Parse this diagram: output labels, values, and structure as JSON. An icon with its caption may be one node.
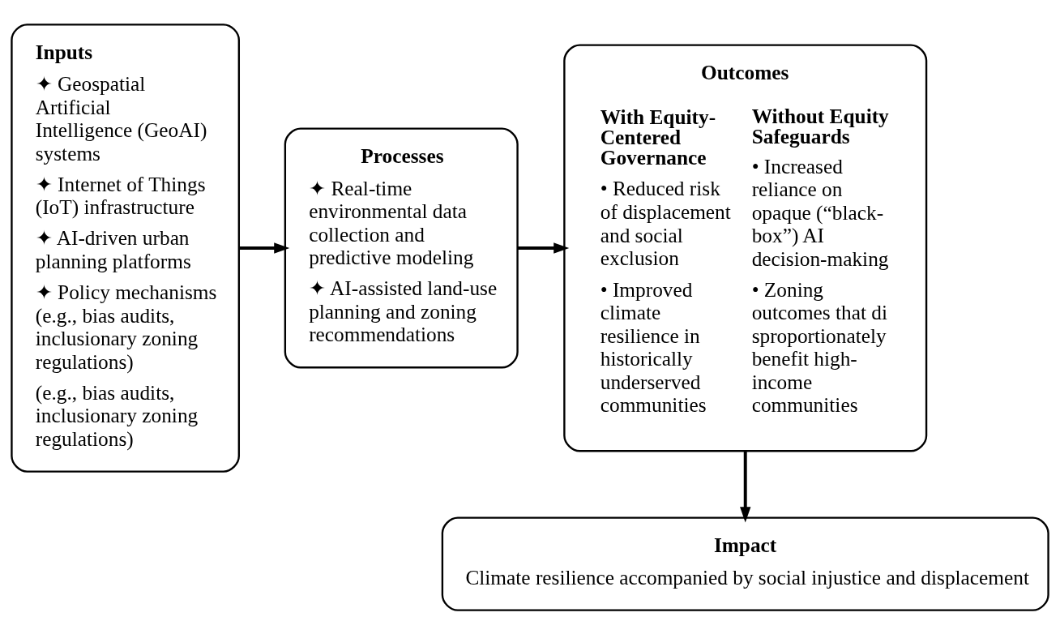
{
  "diagram": {
    "nodes": [
      {
        "text": [
          "Inputs",
          "✦ Geospatial Artificial Intelligence (GeoAI) systems",
          "✦ Internet of Things (IoT) infrastructure",
          "✦ AI-driven urban planning platforms",
          "✦ Policy mechanisms (e.g., bias audits, inclusionary zoning regulations)",
          "(e.g., bias audits, inclusionary zoning regulations)"
        ]
      },
      {
        "text": [
          "Processes",
          "✦ Real-time environmental data collection and predictive modeling",
          "✦ AI-assisted land-use planning and zoning recommendations"
        ]
      },
      {
        "text": [
          "Outcomes",
          "With Equity-Centered Governance",
          "• Reduced risk of displacement and social exclusion",
          "• Improved climate resilience in historically underserved communities",
          "Without Equity Safeguards",
          "• Increased reliance on opaque (“black-box”) AI decision-making",
          "• Zoning outcomes that disproportionately benefit high-income communities"
        ]
      },
      {
        "text": [
          "Impact",
          "Climate resilience accompanied by social injustice and displacement"
        ]
      }
    ],
    "edges": [
      {
        "from": 0,
        "to": 1,
        "arrow": "to"
      },
      {
        "from": 1,
        "to": 2,
        "arrow": "to"
      },
      {
        "from": 2,
        "to": 3,
        "arrow": "to"
      }
    ]
  }
}
